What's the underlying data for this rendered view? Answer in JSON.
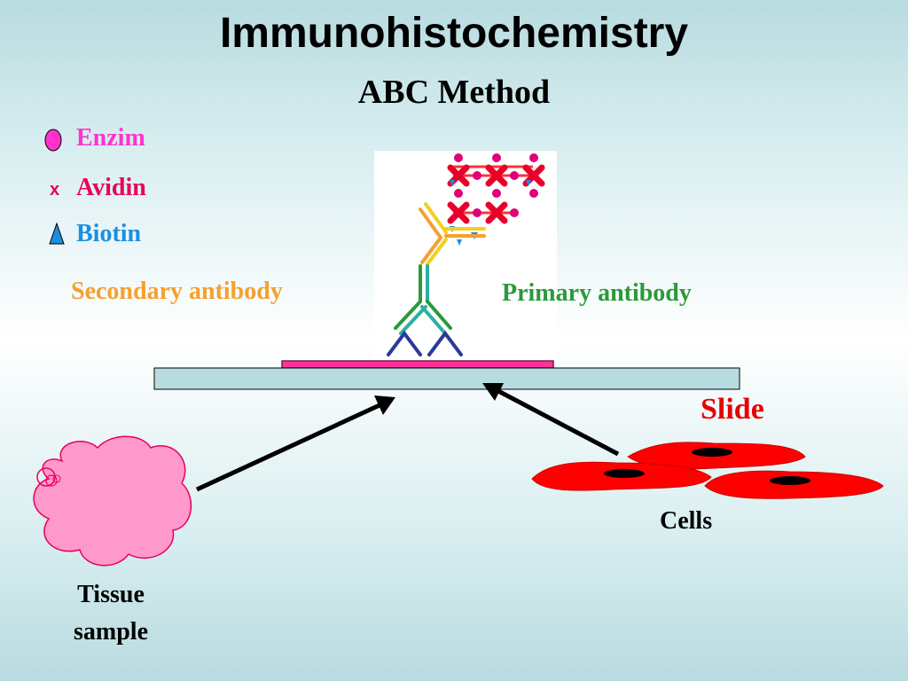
{
  "title": "Immunohistochemistry",
  "subtitle": "ABC Method",
  "legend": {
    "enzim": "Enzim",
    "avidin": "Avidin",
    "avidin_symbol": "x",
    "biotin": "Biotin"
  },
  "labels": {
    "secondary_antibody": "Secondary antibody",
    "primary_antibody": "Primary antibody",
    "slide": "Slide",
    "cells": "Cells",
    "tissue_sample": "Tissue sample"
  },
  "colors": {
    "enzim": "#ff33cc",
    "avidin": "#e8005c",
    "biotin": "#1a8fe0",
    "secondary_antibody": "#f5a030",
    "primary_antibody": "#2a9a3a",
    "slide": "#e80000",
    "slide_fill": "#b8dbe0",
    "tissue_fill": "#ff99cc",
    "cell_fill": "#ff0000"
  }
}
